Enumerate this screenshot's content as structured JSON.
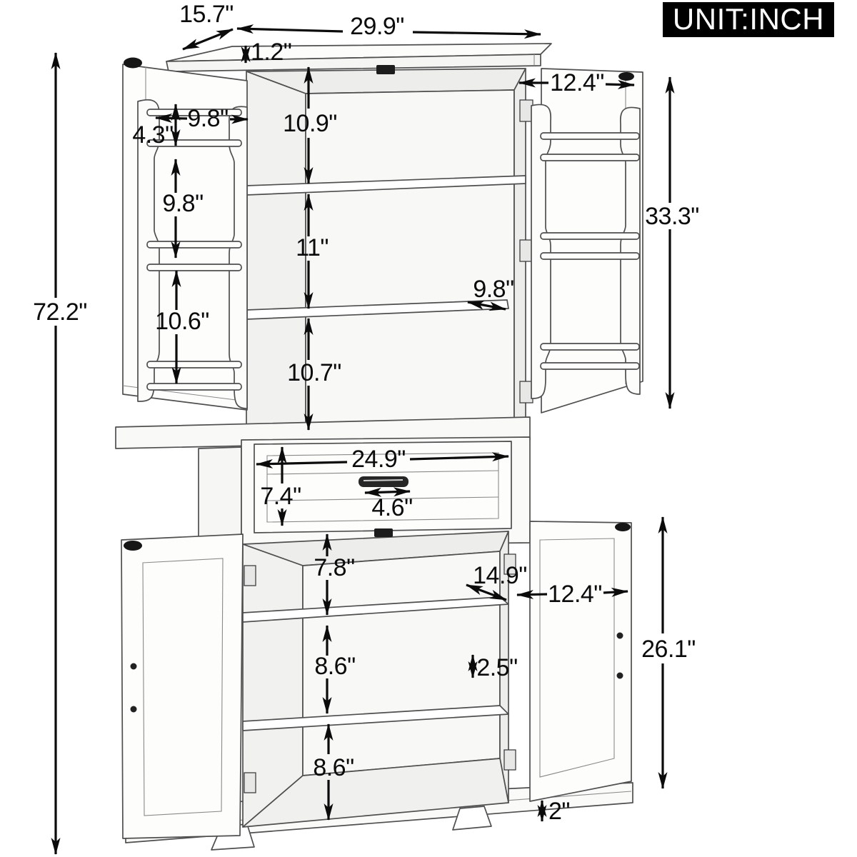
{
  "unit_badge": "UNIT:INCH",
  "dims": {
    "top_depth": "15.7\"",
    "top_width": "29.9\"",
    "top_thickness": "1.2\"",
    "upper_door_width": "12.4\"",
    "door_rack_width": "9.8\"",
    "door_rack_gap": "4.3\"",
    "door_rack_spacing_upper": "9.8\"",
    "upper_compartment_1": "10.9\"",
    "door_rack_spacing_lower": "10.6\"",
    "upper_compartment_2": "11\"",
    "upper_shelf_depth": "9.8\"",
    "upper_compartment_3": "10.7\"",
    "upper_cabinet_height": "33.3\"",
    "total_height": "72.2\"",
    "drawer_width": "24.9\"",
    "drawer_height": "7.4\"",
    "handle_width": "4.6\"",
    "lower_compartment_1": "7.8\"",
    "lower_shelf_depth": "14.9\"",
    "lower_door_width": "12.4\"",
    "lower_compartment_2": "8.6\"",
    "lower_shelf_clearance": "2.5\"",
    "lower_cabinet_height": "26.1\"",
    "lower_compartment_3": "8.6\"",
    "base_height": "2\""
  }
}
